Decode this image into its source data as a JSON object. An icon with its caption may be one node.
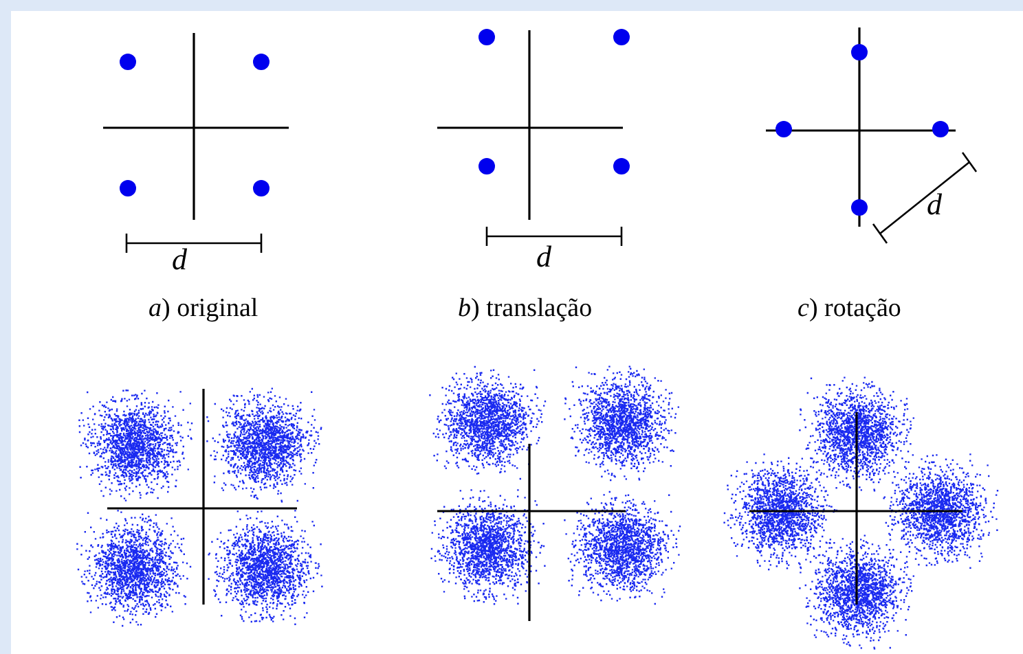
{
  "diagram": {
    "labels": [
      "d",
      "d",
      "d",
      "*a*) original",
      "*b*) translação",
      "*c*) rotação"
    ]
  }
}
